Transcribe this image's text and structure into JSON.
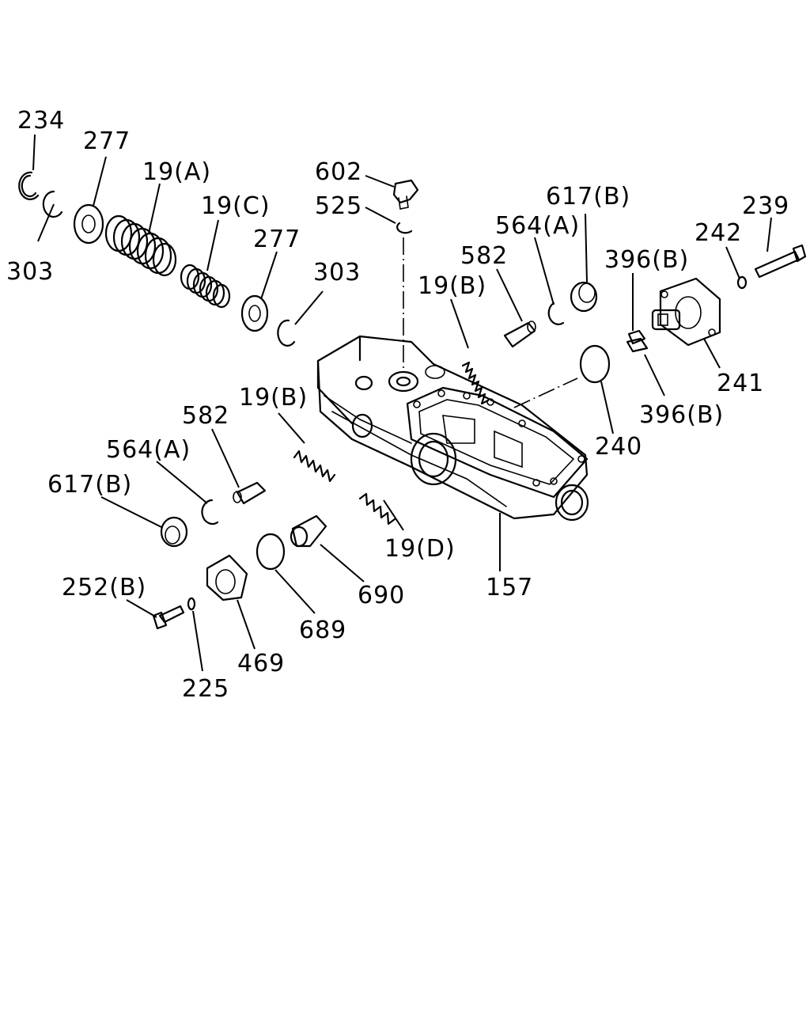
{
  "labels": {
    "l234": "234",
    "l277a": "277",
    "l19a": "19(A)",
    "l19c": "19(C)",
    "l277b": "277",
    "l303a": "303",
    "l303b": "303",
    "l602": "602",
    "l525": "525",
    "l617b_top": "617(B)",
    "l564a_top": "564(A)",
    "l582_top": "582",
    "l19b_top": "19(B)",
    "l239": "239",
    "l242": "242",
    "l396b_top": "396(B)",
    "l241": "241",
    "l396b_bot": "396(B)",
    "l240": "240",
    "l19b_left": "19(B)",
    "l582_left": "582",
    "l564a_left": "564(A)",
    "l617b_left": "617(B)",
    "l19d": "19(D)",
    "l157": "157",
    "l690": "690",
    "l689": "689",
    "l252b": "252(B)",
    "l469": "469",
    "l225": "225"
  }
}
